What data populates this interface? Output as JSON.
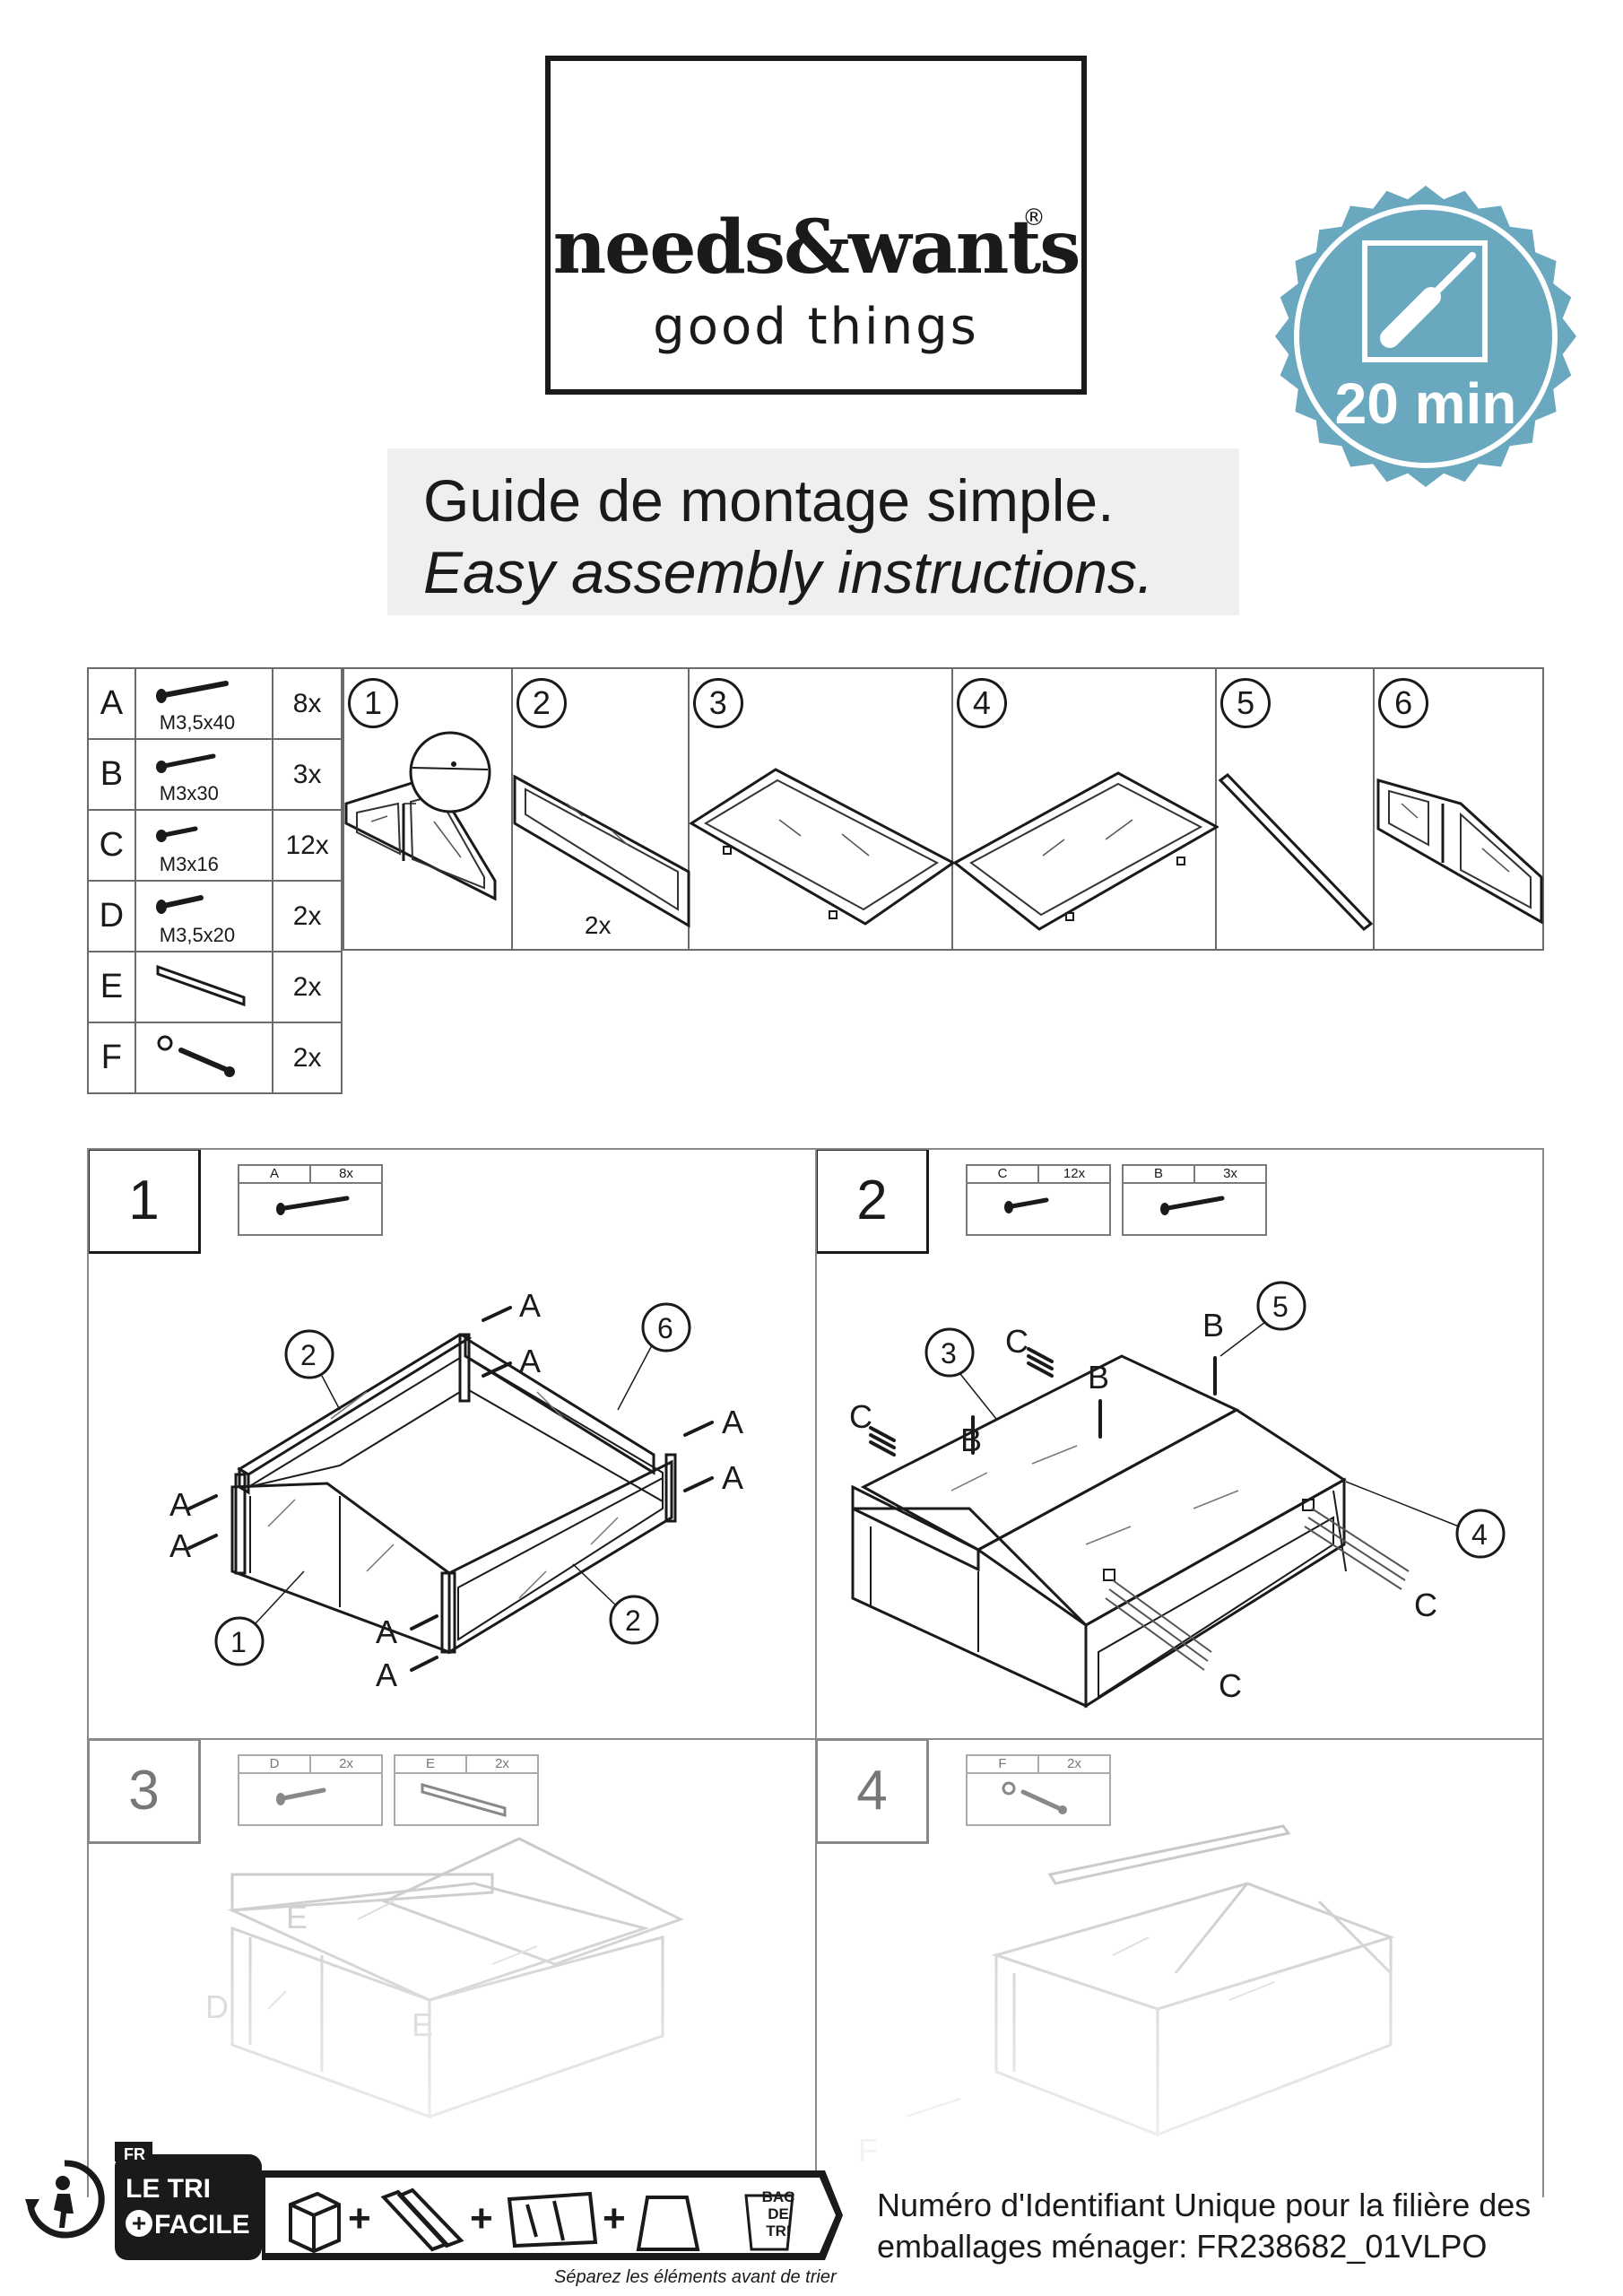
{
  "header": {
    "brand": "needs&wants",
    "registered": "®",
    "tagline": "good things",
    "badge_text": "20 min",
    "badge_color": "#6aa8bf",
    "title_fr": "Guide de montage simple.",
    "title_en": "Easy assembly instructions."
  },
  "parts": [
    {
      "letter": "A",
      "size": "M3,5x40",
      "qty": "8x"
    },
    {
      "letter": "B",
      "size": "M3x30",
      "qty": "3x"
    },
    {
      "letter": "C",
      "size": "M3x16",
      "qty": "12x"
    },
    {
      "letter": "D",
      "size": "M3,5x20",
      "qty": "2x"
    },
    {
      "letter": "E",
      "size": "",
      "qty": "2x"
    },
    {
      "letter": "F",
      "size": "",
      "qty": "2x"
    }
  ],
  "panels": [
    {
      "num": "1",
      "qty": ""
    },
    {
      "num": "2",
      "qty": "2x"
    },
    {
      "num": "3",
      "qty": ""
    },
    {
      "num": "4",
      "qty": ""
    },
    {
      "num": "5",
      "qty": ""
    },
    {
      "num": "6",
      "qty": ""
    }
  ],
  "steps": [
    {
      "num": "1",
      "hardware": [
        {
          "part": "A",
          "qty": "8x"
        }
      ]
    },
    {
      "num": "2",
      "hardware": [
        {
          "part": "C",
          "qty": "12x"
        },
        {
          "part": "B",
          "qty": "3x"
        }
      ]
    },
    {
      "num": "3",
      "hardware": [
        {
          "part": "D",
          "qty": "2x"
        },
        {
          "part": "E",
          "qty": "2x"
        }
      ]
    },
    {
      "num": "4",
      "hardware": [
        {
          "part": "F",
          "qty": "2x"
        }
      ]
    }
  ],
  "labels": {
    "A": "A",
    "B": "B",
    "C": "C",
    "D": "D",
    "E": "E",
    "F": "F",
    "n1": "1",
    "n2": "2",
    "n3": "3",
    "n4": "4",
    "n5": "5",
    "n6": "6"
  },
  "footer": {
    "tri_country": "FR",
    "tri_line1": "LE TRI",
    "tri_plus": "+",
    "tri_line2": "FACILE",
    "bac_line1": "BAC",
    "bac_line2": "DE",
    "bac_line3": "TRI",
    "separate_note": "Séparez les éléments avant de trier",
    "id_line1": "Numéro d'Identifiant Unique pour la filière des",
    "id_line2": "emballages ménager: FR238682_01VLPO"
  }
}
